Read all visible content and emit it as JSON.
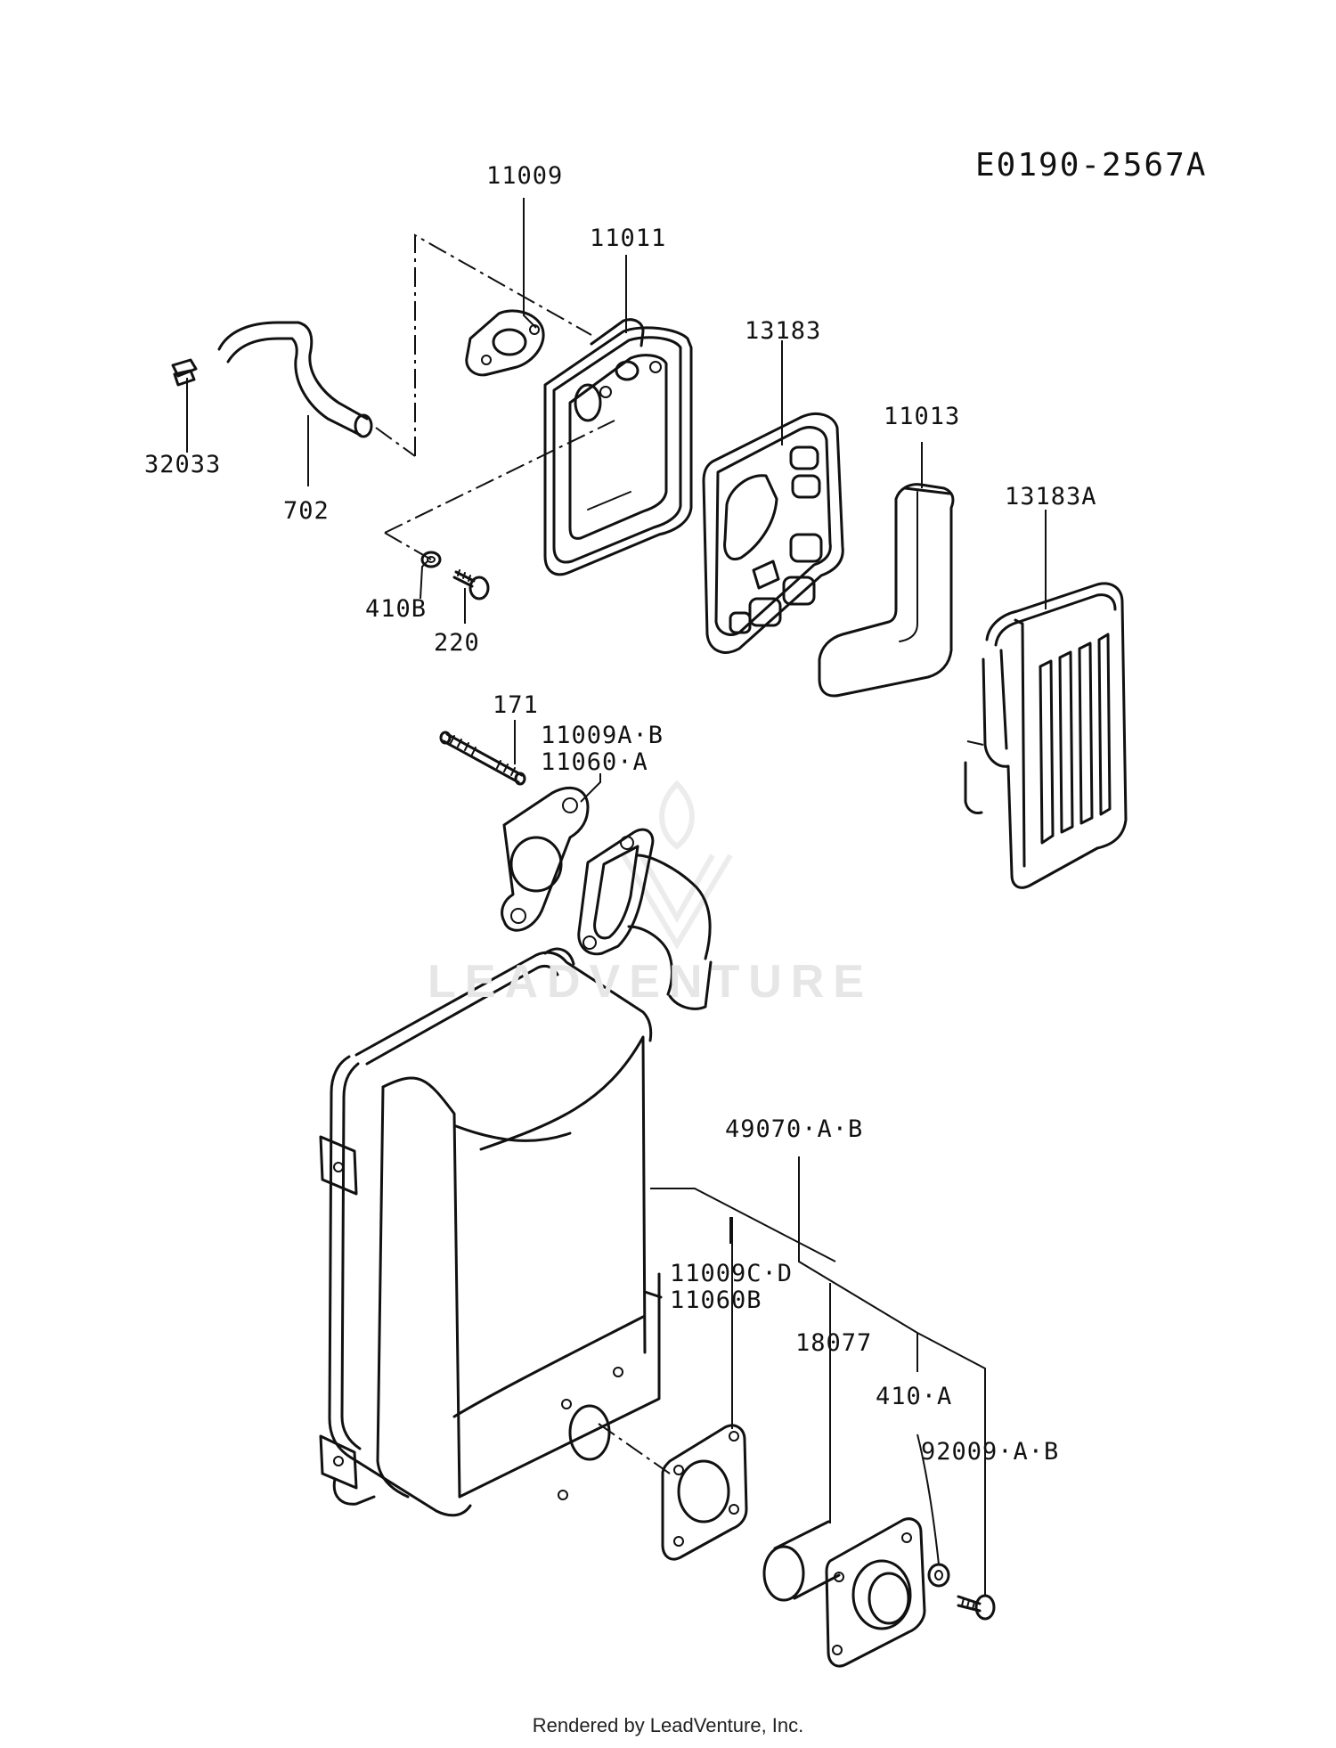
{
  "drawing_id": "E0190-2567A",
  "footer": "Rendered by LeadVenture, Inc.",
  "watermark": "LEADVENTURE",
  "callouts": {
    "p11009": "11009",
    "p11011": "11011",
    "p13183": "13183",
    "p11013": "11013",
    "p13183A": "13183A",
    "p32033": "32033",
    "p702": "702",
    "p410B": "410B",
    "p220": "220",
    "p171": "171",
    "p11009AB": "11009A·B",
    "p11060A": "11060·A",
    "p49070AB": "49070·A·B",
    "p11009CD": "11009C·D",
    "p11060B": "11060B",
    "p18077": "18077",
    "p410A": "410·A",
    "p92009AB": "92009·A·B"
  }
}
